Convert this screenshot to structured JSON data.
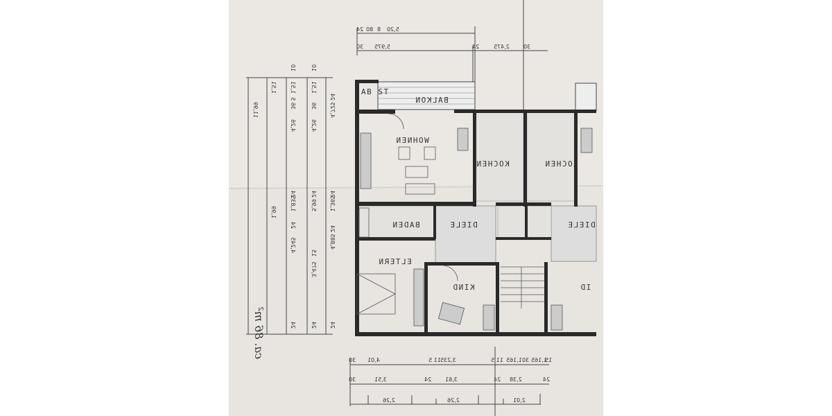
{
  "plan": {
    "area_label": "ca. 86 m²",
    "rooms": {
      "abst": "AB ST",
      "balkon": "BALKON",
      "wohnen": "WOHNEN",
      "kochen1": "KOCHEN",
      "kochen2": "KOCHEN",
      "baden": "BADEN",
      "diele1": "DIELE",
      "diele2": "DIELE",
      "eltern": "ELTERN",
      "kind": "KIND",
      "partial": "ID"
    },
    "dims_top": {
      "row1": [
        "24",
        "80",
        "8",
        "5,20"
      ],
      "row2": [
        "30",
        "5,975",
        "24",
        "2,475",
        "30"
      ]
    },
    "dims_bottom": {
      "row1": [
        "30",
        "4,01",
        "11 5",
        "3,235",
        "11 5",
        "1,165",
        "30",
        "1,165",
        "15"
      ],
      "row2": [
        "30",
        "3,51",
        "24",
        "3,61",
        "24",
        "2,38",
        "24"
      ],
      "row3": [
        "2,26",
        "2,26",
        "2,01"
      ]
    },
    "dims_left": {
      "col1": [
        "11,99"
      ],
      "col2": [
        "1,51",
        "1,99"
      ],
      "col3": [
        "10",
        "1,51",
        "36 5",
        "4,26",
        "24",
        "1,835",
        "24",
        "4,245",
        "24"
      ],
      "col4": [
        "10",
        "1,51",
        "36",
        "4,26",
        "24",
        "5,99",
        "15",
        "3,475",
        "24"
      ],
      "col5": [
        "24",
        "4,725",
        "24",
        "1,365",
        "24",
        "4,885",
        "24"
      ]
    }
  },
  "colors": {
    "paper": "#e8e5e1",
    "wall": "#2a2a2a",
    "background": "#ffffff"
  }
}
